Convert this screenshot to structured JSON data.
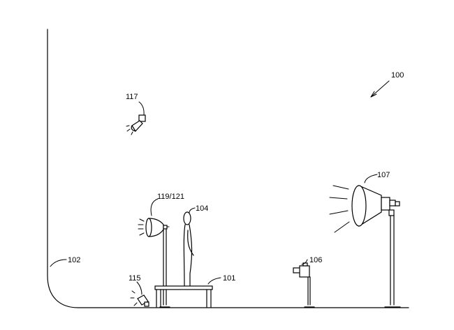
{
  "labels": {
    "system": "100",
    "platform": "101",
    "backdrop": "102",
    "subject": "104",
    "camera": "106",
    "key_light": "107",
    "floor_light": "115",
    "overhead_light": "117",
    "side_light": "119/121"
  }
}
